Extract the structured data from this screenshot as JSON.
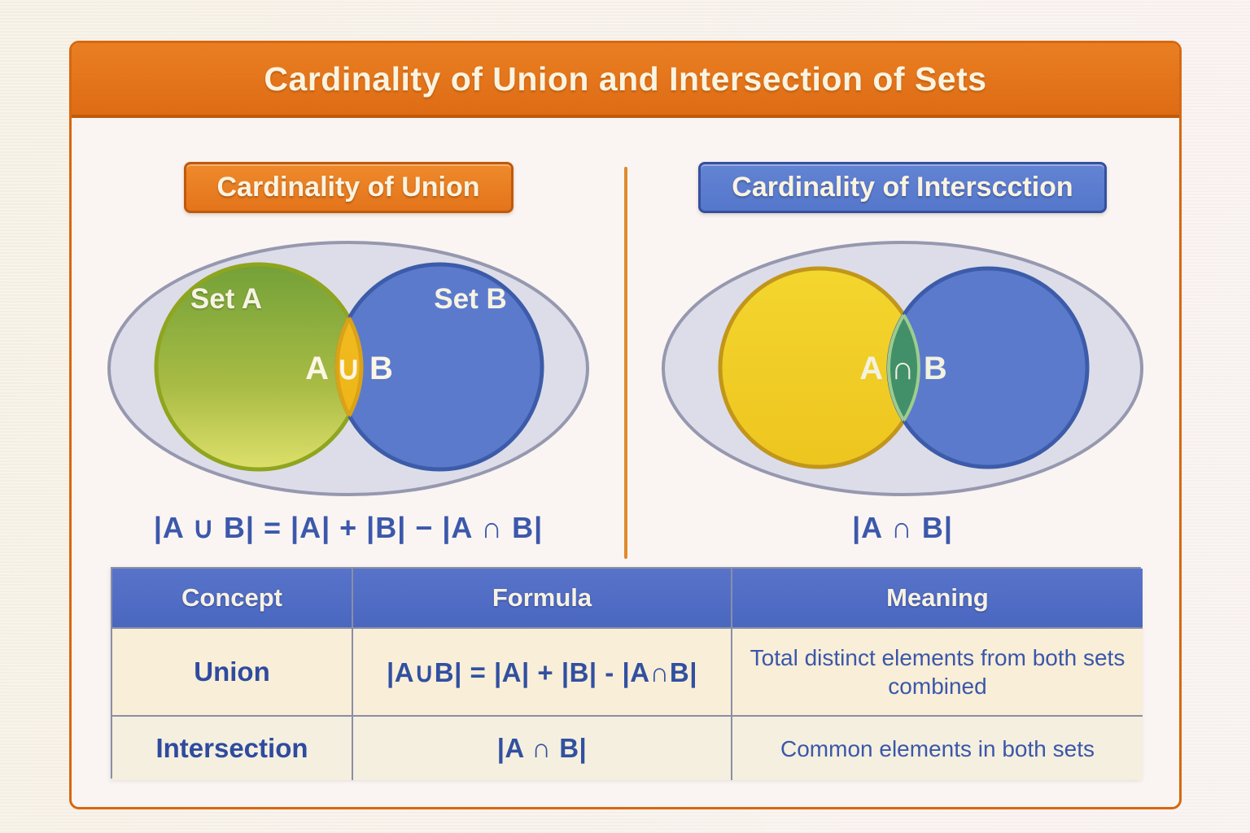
{
  "title": "Cardinality of Union and Intersection of Sets",
  "left_panel": {
    "badge": "Cardinality of Union",
    "set_a_label": "Set A",
    "set_b_label": "Set B",
    "overlap_label": "A ∪ B",
    "formula": "|A ∪ B| = |A| + |B| − |A ∩ B|"
  },
  "right_panel": {
    "badge": "Cardinality of Interscction",
    "overlap_label": "A ∩ B",
    "formula": "|A ∩ B|"
  },
  "table": {
    "headers": [
      "Concept",
      "Formula",
      "Meaning"
    ],
    "rows": [
      {
        "concept": "Union",
        "formula": "|A∪B| = |A| + |B| - |A∩B|",
        "meaning": "Total distinct elements from both sets combined"
      },
      {
        "concept": "Intersection",
        "formula": "|A ∩ B|",
        "meaning": "Common elements in both sets"
      }
    ]
  },
  "colors": {
    "orange": "#E4741B",
    "orange-dark": "#C05A0B",
    "blue": "#5577CB",
    "blue-dark": "#35509F",
    "formula-blue": "#3B58AB",
    "cream-text": "#FAF3E0",
    "venn-universe": "#DCDDE9",
    "venn-green": "#73A138",
    "venn-yellow": "#EFC521",
    "venn-blue-circle": "#5C7ACB",
    "venn-union-lens": "#EFB720",
    "venn-intersection-lens": "#42906A"
  }
}
